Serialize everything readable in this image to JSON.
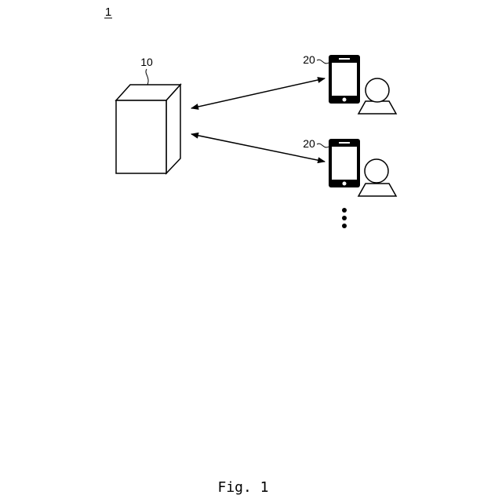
{
  "figure": {
    "system_ref": "1",
    "caption": "Fig. 1"
  },
  "server": {
    "ref": "10"
  },
  "terminals": [
    {
      "ref": "20"
    },
    {
      "ref": "20"
    }
  ],
  "colors": {
    "stroke": "#000000",
    "background": "#ffffff"
  },
  "icons": {
    "server": "server-box-icon",
    "phone": "smartphone-icon",
    "user": "user-person-icon",
    "more": "vertical-ellipsis-icon"
  }
}
